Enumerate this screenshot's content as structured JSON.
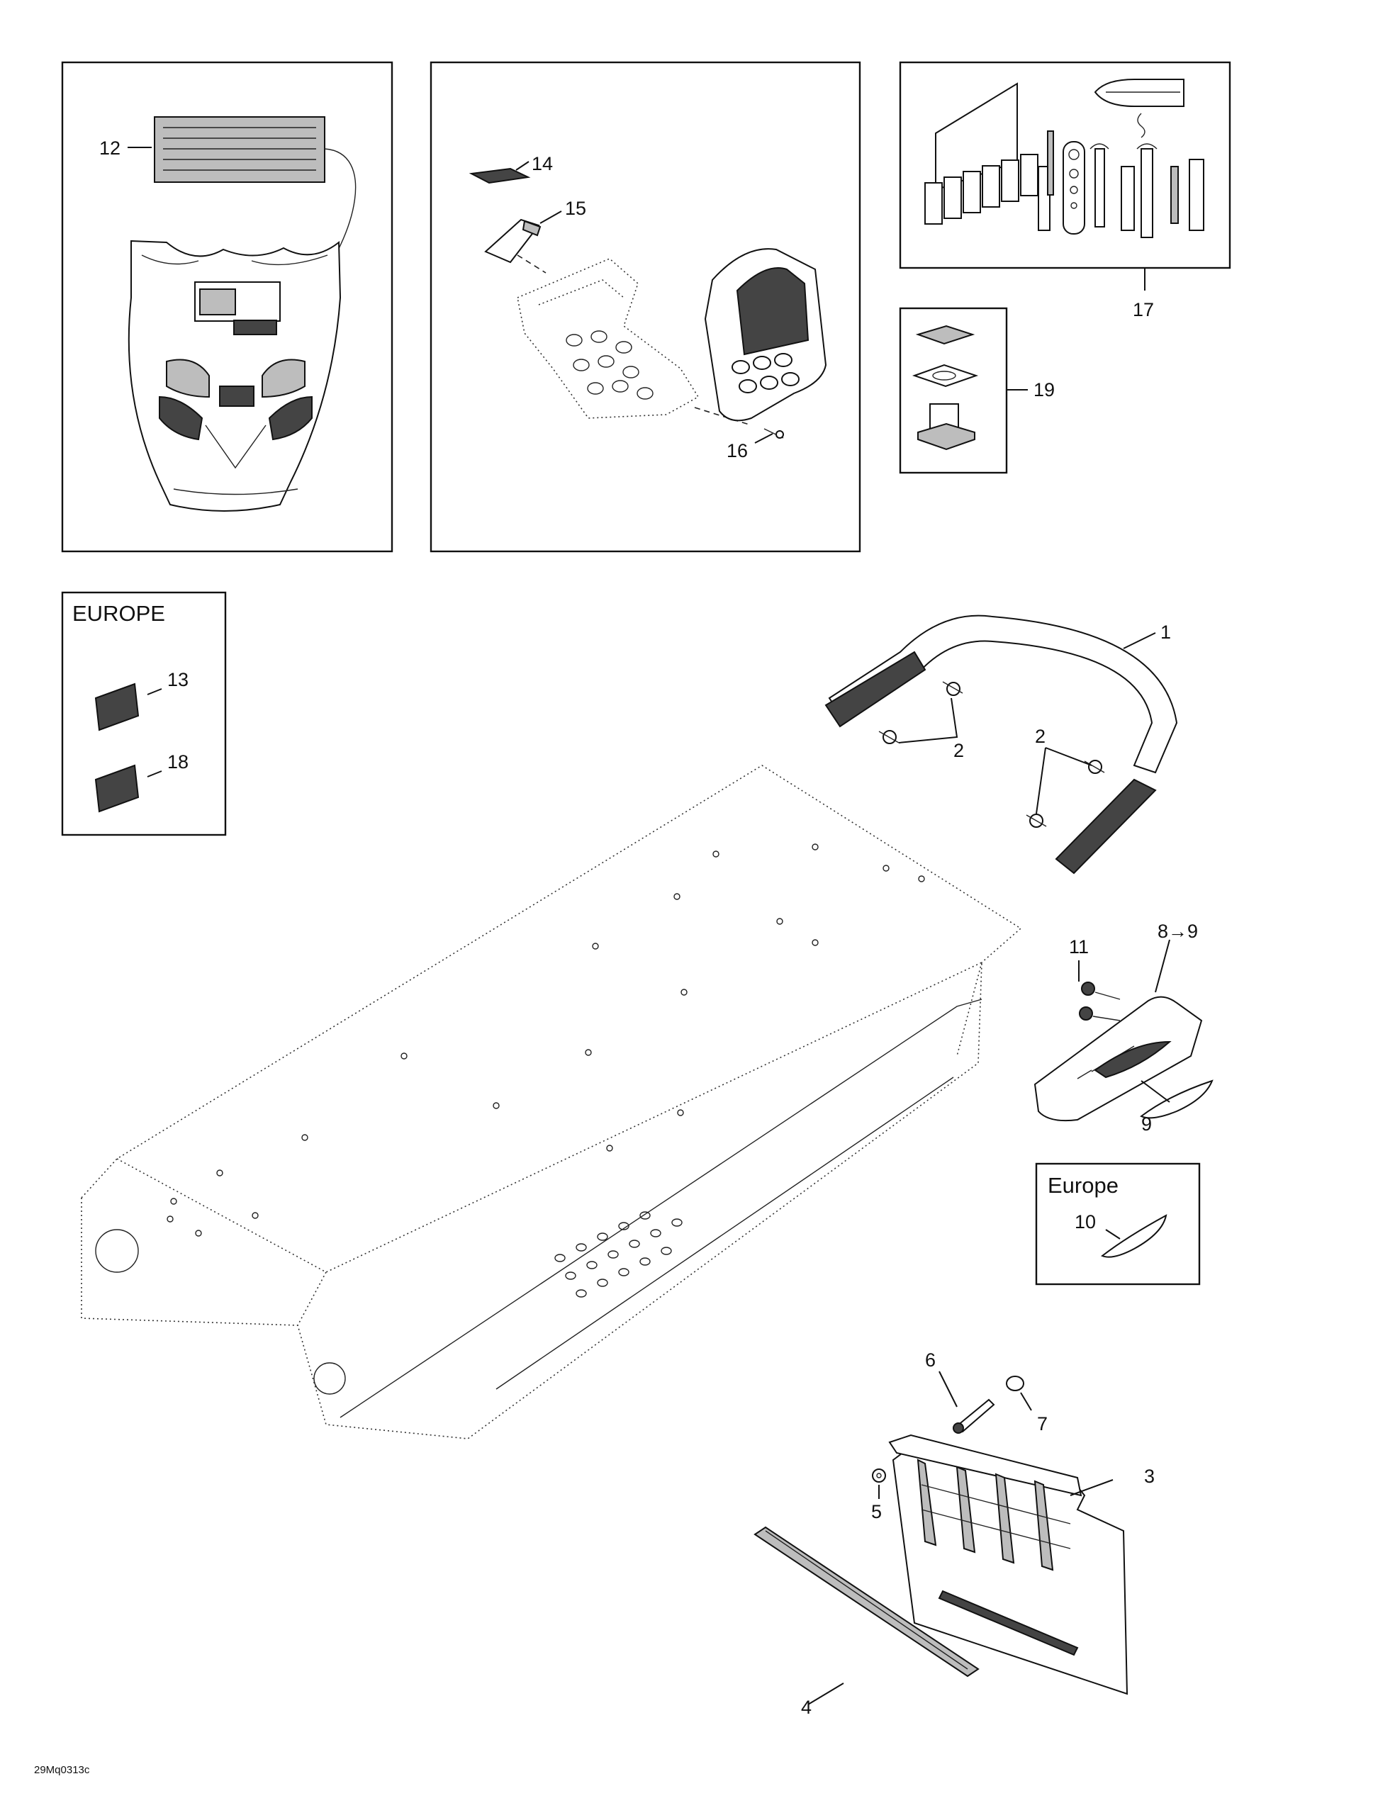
{
  "callouts": {
    "c1": "1",
    "c2a": "2",
    "c2b": "2",
    "c3": "3",
    "c4": "4",
    "c5": "5",
    "c6": "6",
    "c7": "7",
    "c8": "8→9",
    "c9": "9",
    "c10": "10",
    "c11": "11",
    "c12": "12",
    "c13": "13",
    "c14": "14",
    "c15": "15",
    "c16": "16",
    "c17": "17",
    "c18": "18",
    "c19": "19"
  },
  "boxes": {
    "europe_upper": "EUROPE",
    "europe_lower": "Europe"
  },
  "drawing_ref": "29Mq0313c",
  "icons": [
    "hood-decal",
    "storage-kit",
    "tool-kit",
    "valve-kit",
    "grab-handle",
    "tunnel",
    "snowflap",
    "tail-light"
  ]
}
